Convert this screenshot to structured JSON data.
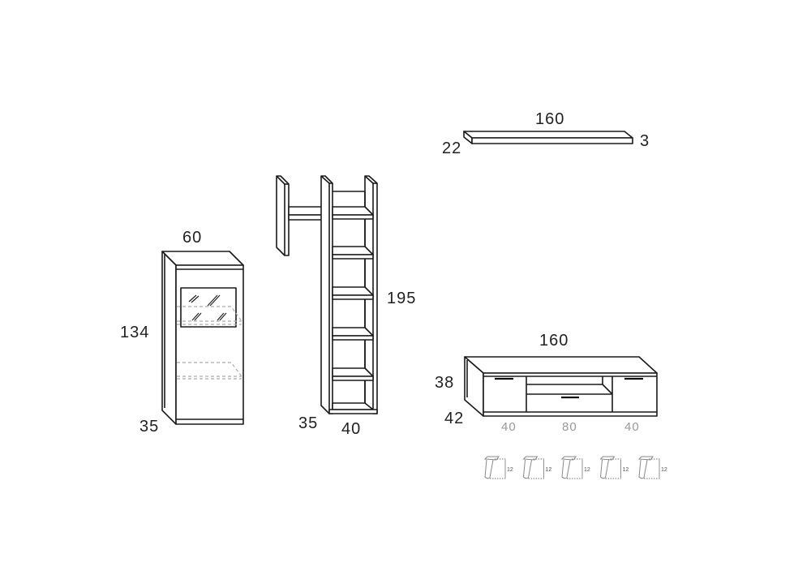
{
  "wall_shelf": {
    "width": "160",
    "depth": "22",
    "thickness": "3"
  },
  "display_cabinet": {
    "width": "60",
    "height": "134",
    "depth": "35"
  },
  "bookcase": {
    "height": "195",
    "depth": "35",
    "width": "40"
  },
  "tv_unit": {
    "width": "160",
    "height": "38",
    "depth": "42",
    "sections": [
      "40",
      "80",
      "40"
    ]
  },
  "legs": {
    "count": 5,
    "height": "12"
  }
}
